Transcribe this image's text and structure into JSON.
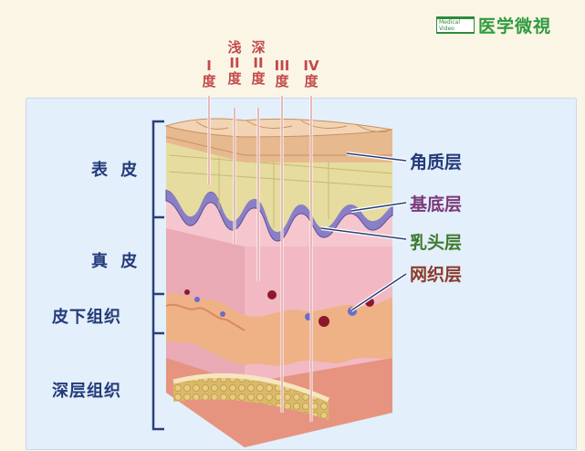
{
  "logo": {
    "mark_text": "Medical Video",
    "name": "医学微視"
  },
  "degrees": [
    {
      "top": "",
      "bottom": "I",
      "label": "度"
    },
    {
      "top": "浅",
      "bottom": "II",
      "label": "度"
    },
    {
      "top": "深",
      "bottom": "II",
      "label": "度"
    },
    {
      "top": "",
      "bottom": "III",
      "label": "度"
    },
    {
      "top": "",
      "bottom": "IV",
      "label": "度"
    }
  ],
  "left_labels": {
    "epidermis": "表 皮",
    "dermis": "真 皮",
    "subcutaneous": "皮下组织",
    "deep": "深层组织"
  },
  "right_labels": {
    "stratum_corneum": "角质层",
    "stratum_basale": "基底层",
    "papillary": "乳头层",
    "reticular": "网织层"
  },
  "colors": {
    "label_blue": "#233a7a",
    "degree_red": "#c24a4a",
    "basale_purple": "#7a3a7a",
    "papillary_green": "#3f7a2f",
    "reticular_brown": "#8a3a2a",
    "fat_orange": "#e8a77a"
  }
}
